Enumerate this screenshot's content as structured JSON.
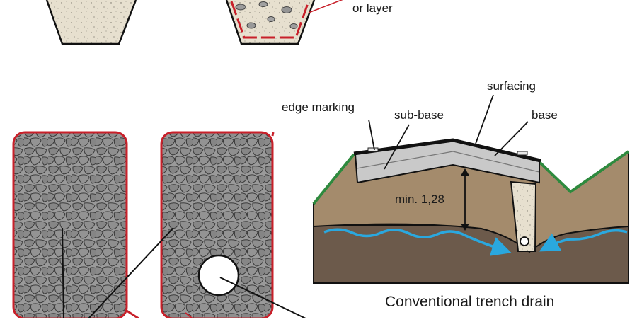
{
  "labels": {
    "or_layer": "or layer",
    "edge_marking": "edge marking",
    "sub_base": "sub-base",
    "surfacing": "surfacing",
    "base": "base",
    "min_depth": "min. 1,28"
  },
  "caption": "Conventional trench drain",
  "colors": {
    "fabric_red": "#c8202a",
    "gravel_gray": "#8d8d8d",
    "sand_fill": "#e7e0cf",
    "soil_upper": "#a48b6c",
    "soil_lower": "#6c5a4b",
    "grass_green": "#2e8a3e",
    "water_blue": "#2aa8df",
    "road_base": "#c9c9c9",
    "surfacing_black": "#111111"
  }
}
